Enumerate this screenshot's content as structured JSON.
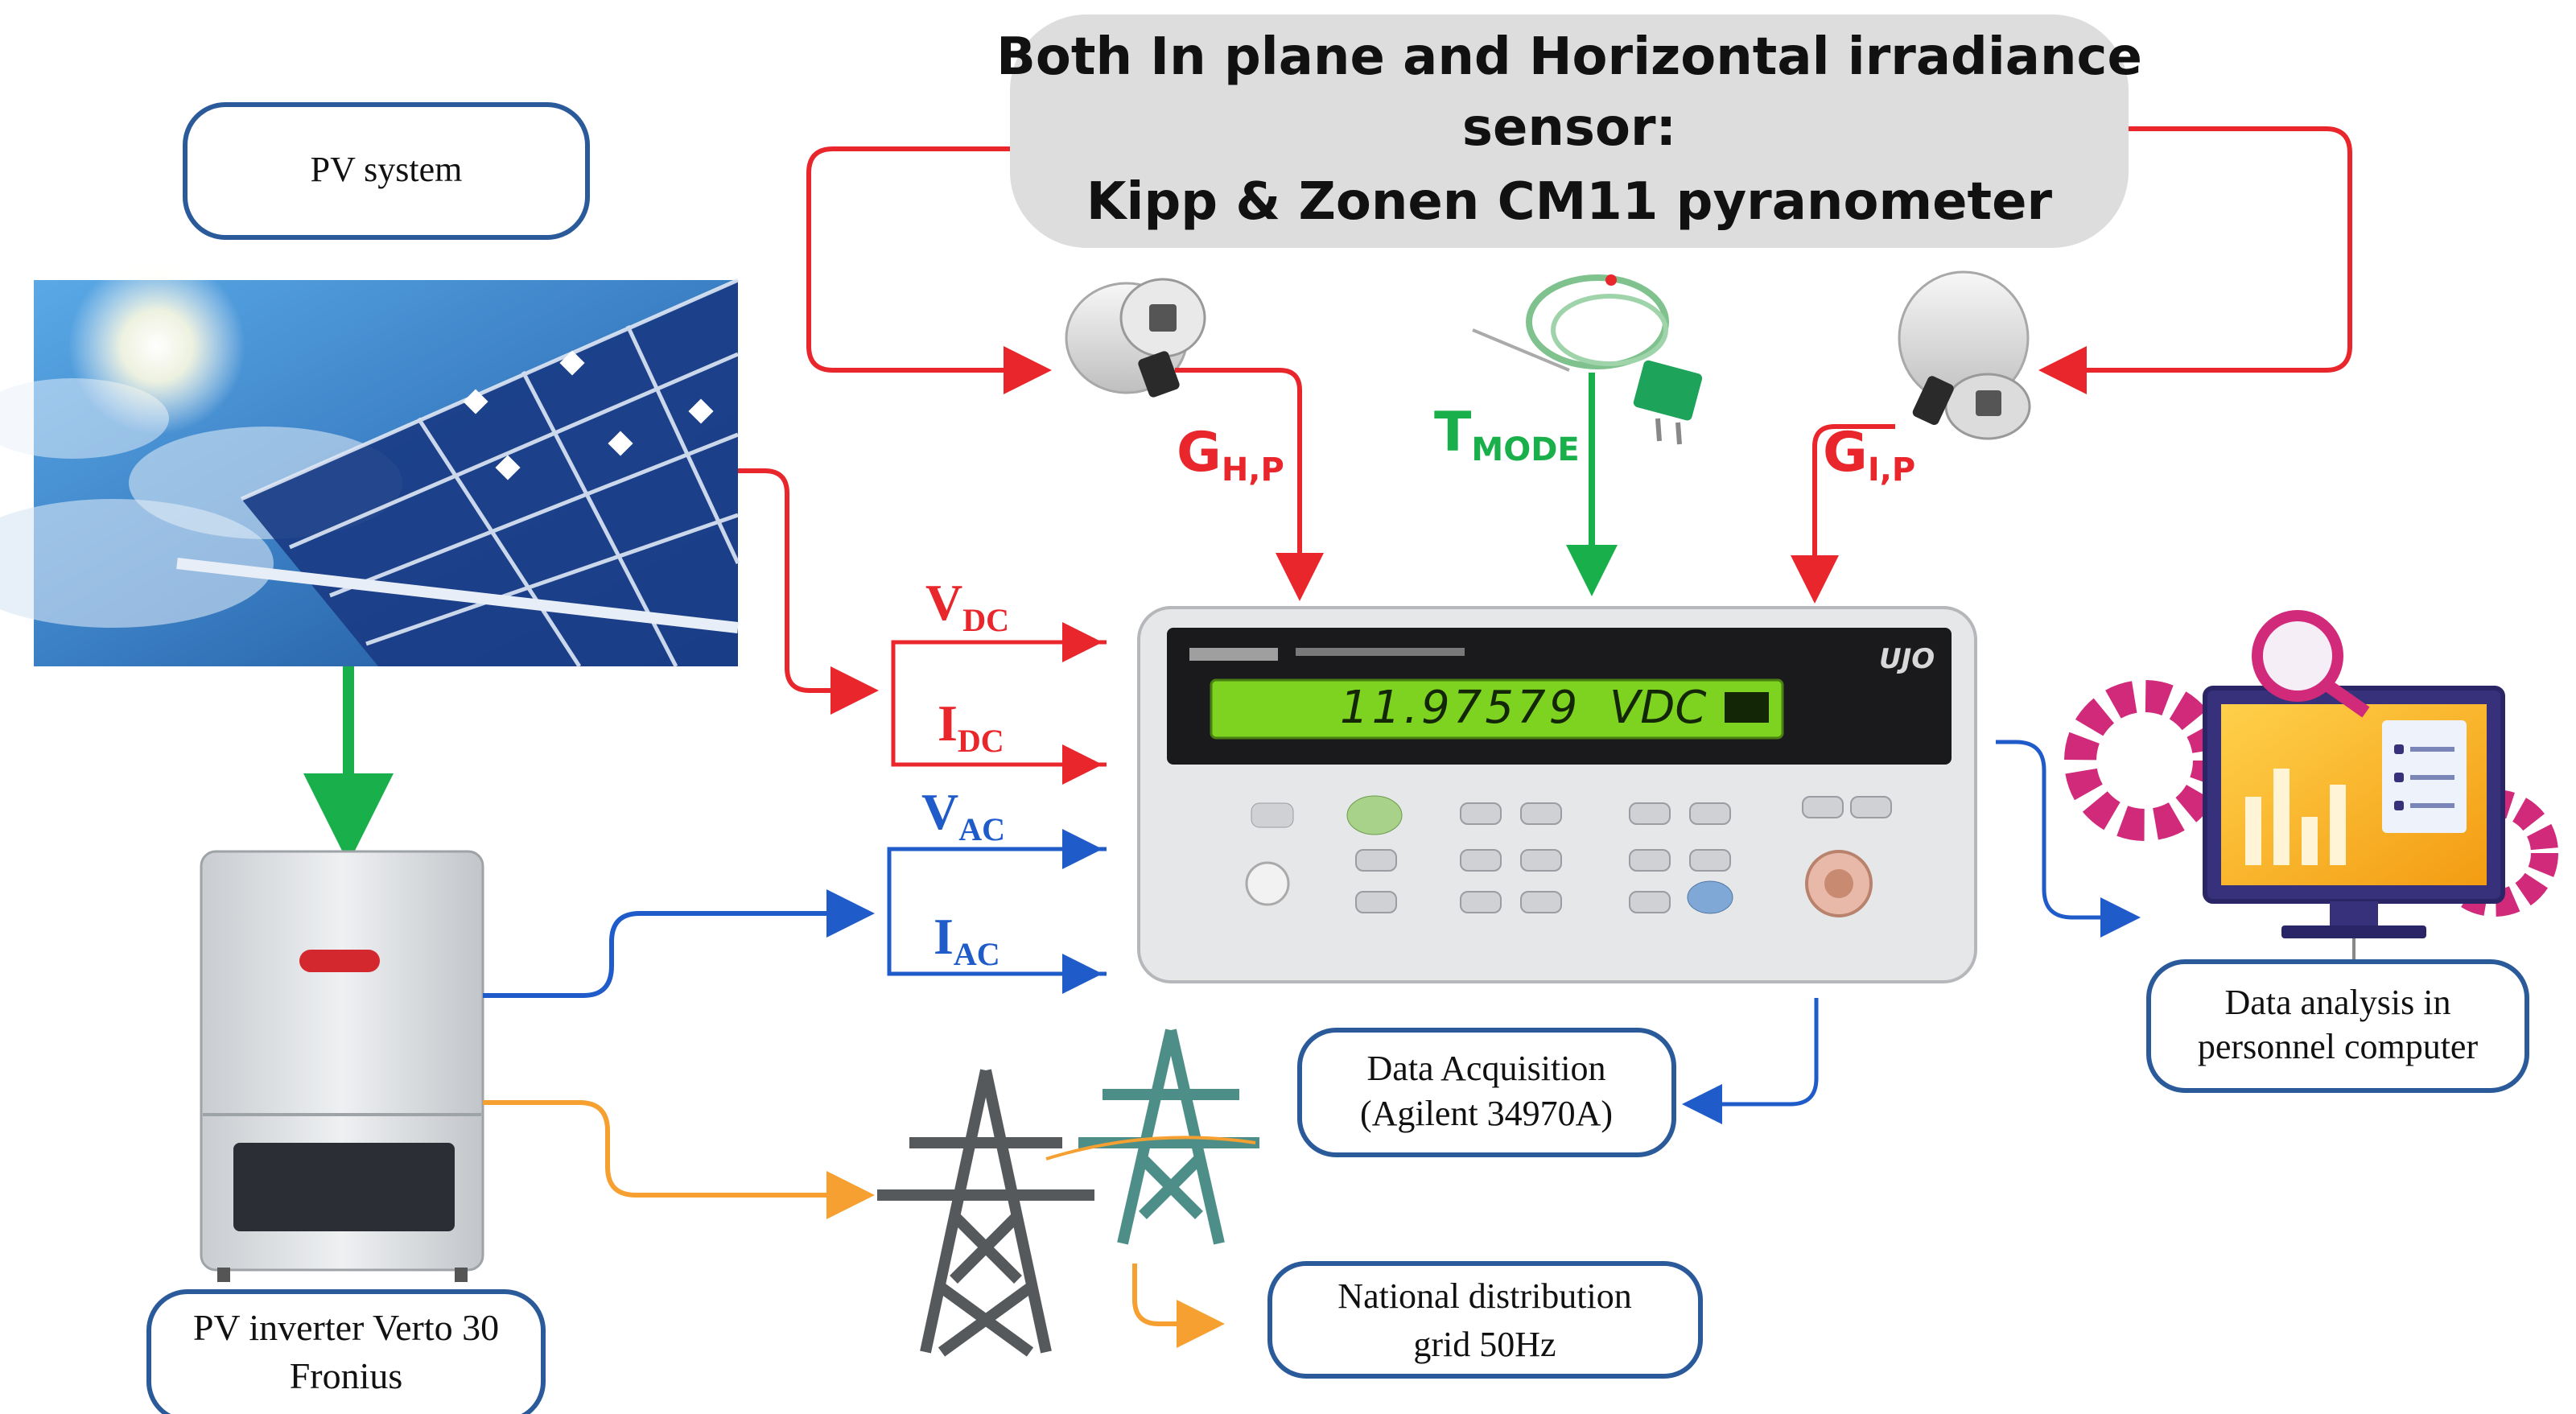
{
  "header": {
    "line1": "Both In plane and Horizontal irradiance",
    "line2": "sensor:",
    "line3": "Kipp & Zonen CM11 pyranometer"
  },
  "boxes": {
    "pv_system": "PV system",
    "data_acq_line1": "Data Acquisition",
    "data_acq_line2": "(Agilent 34970A)",
    "analysis_line1": "Data analysis in",
    "analysis_line2": "personnel computer",
    "grid_line1": "National distribution",
    "grid_line2": "grid 50Hz",
    "inverter_line1": "PV inverter Verto 30",
    "inverter_line2": "Fronius"
  },
  "signals": {
    "ghp": {
      "main": "G",
      "sub": "H,P"
    },
    "gip": {
      "main": "G",
      "sub": "I,P"
    },
    "tmode": {
      "main": "T",
      "sub": "MODE"
    },
    "vdc": {
      "main": "V",
      "sub": "DC"
    },
    "idc": {
      "main": "I",
      "sub": "DC"
    },
    "vac": {
      "main": "V",
      "sub": "AC"
    },
    "iac": {
      "main": "I",
      "sub": "AC"
    }
  },
  "instrument": {
    "display_value": "11.97579",
    "display_unit": "VDC",
    "brand": "UJO"
  },
  "colors": {
    "red": "#e8262b",
    "green": "#19b04b",
    "blue": "#1f5bc9",
    "orange": "#f5a030",
    "box_border": "#2a5a9a",
    "header_bg": "#dddddd"
  }
}
